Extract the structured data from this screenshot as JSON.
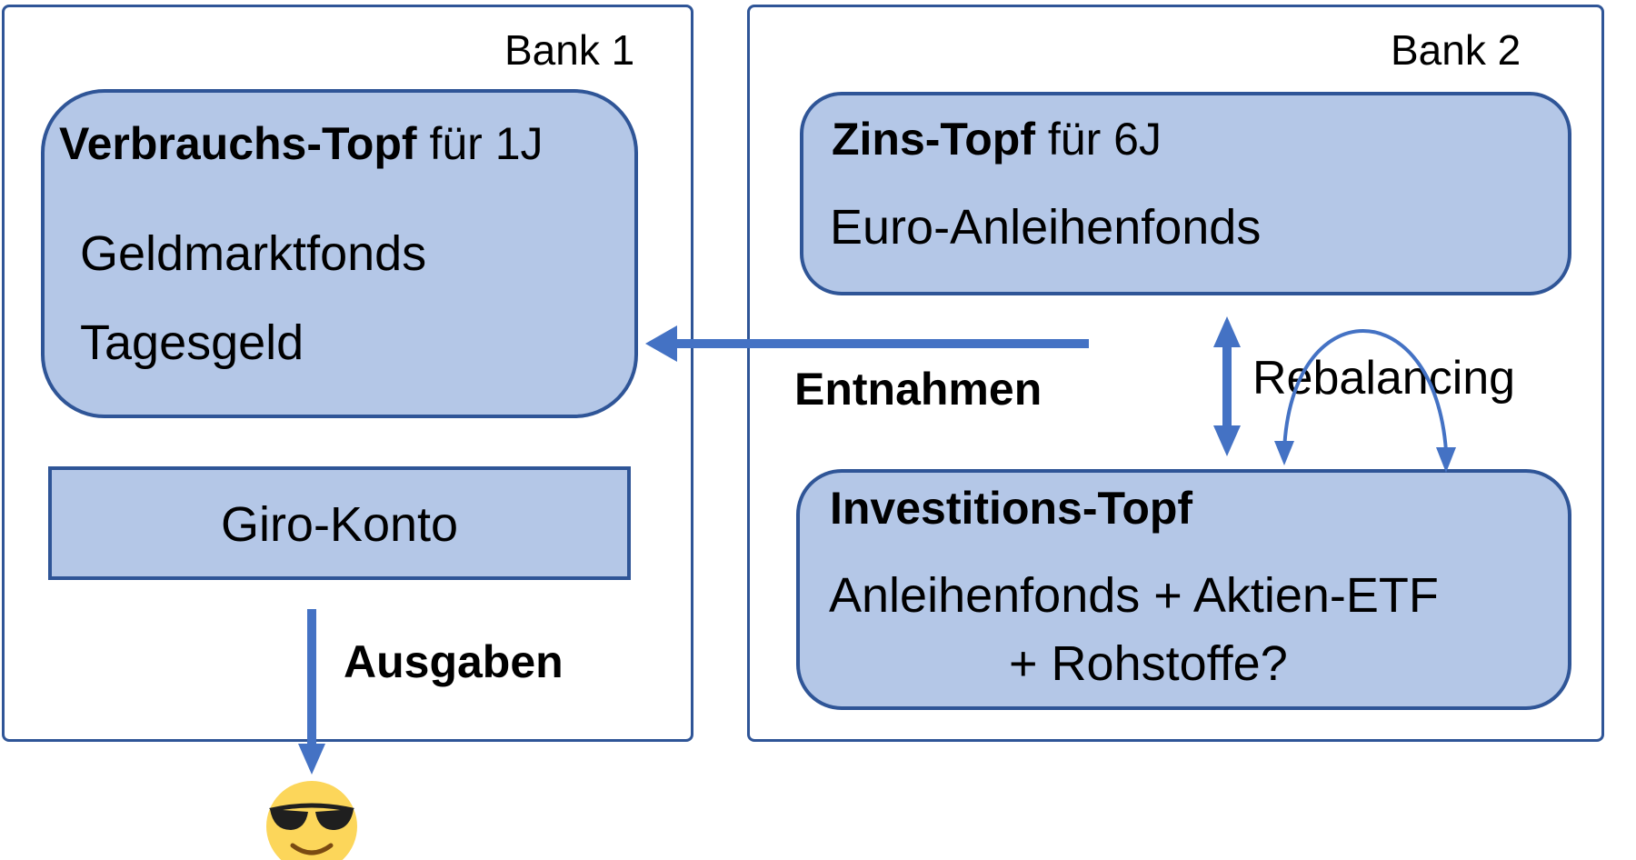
{
  "banks": {
    "bank1_label": "Bank 1",
    "bank2_label": "Bank 2"
  },
  "verbrauchs_topf": {
    "title_bold": "Verbrauchs-Topf",
    "title_rest": " für 1J",
    "items": [
      "Geldmarktfonds",
      "Tagesgeld"
    ]
  },
  "giro_konto": {
    "label": "Giro-Konto"
  },
  "zins_topf": {
    "title_bold": "Zins-Topf",
    "title_rest": " für 6J",
    "items": [
      "Euro-Anleihenfonds"
    ]
  },
  "investitions_topf": {
    "title_bold": "Investitions-Topf",
    "items": [
      "Anleihenfonds + Aktien-ETF",
      "+ Rohstoffe?"
    ]
  },
  "flows": {
    "entnahmen": "Entnahmen",
    "ausgaben": "Ausgaben",
    "rebalancing": "Rebalancing"
  },
  "icons": {
    "emoji": "smiling-face-with-sunglasses",
    "emoji_color": "#fcd65a"
  },
  "colors": {
    "arrow": "#4472c4",
    "border": "#2f5597",
    "fill": "#b4c7e7"
  }
}
